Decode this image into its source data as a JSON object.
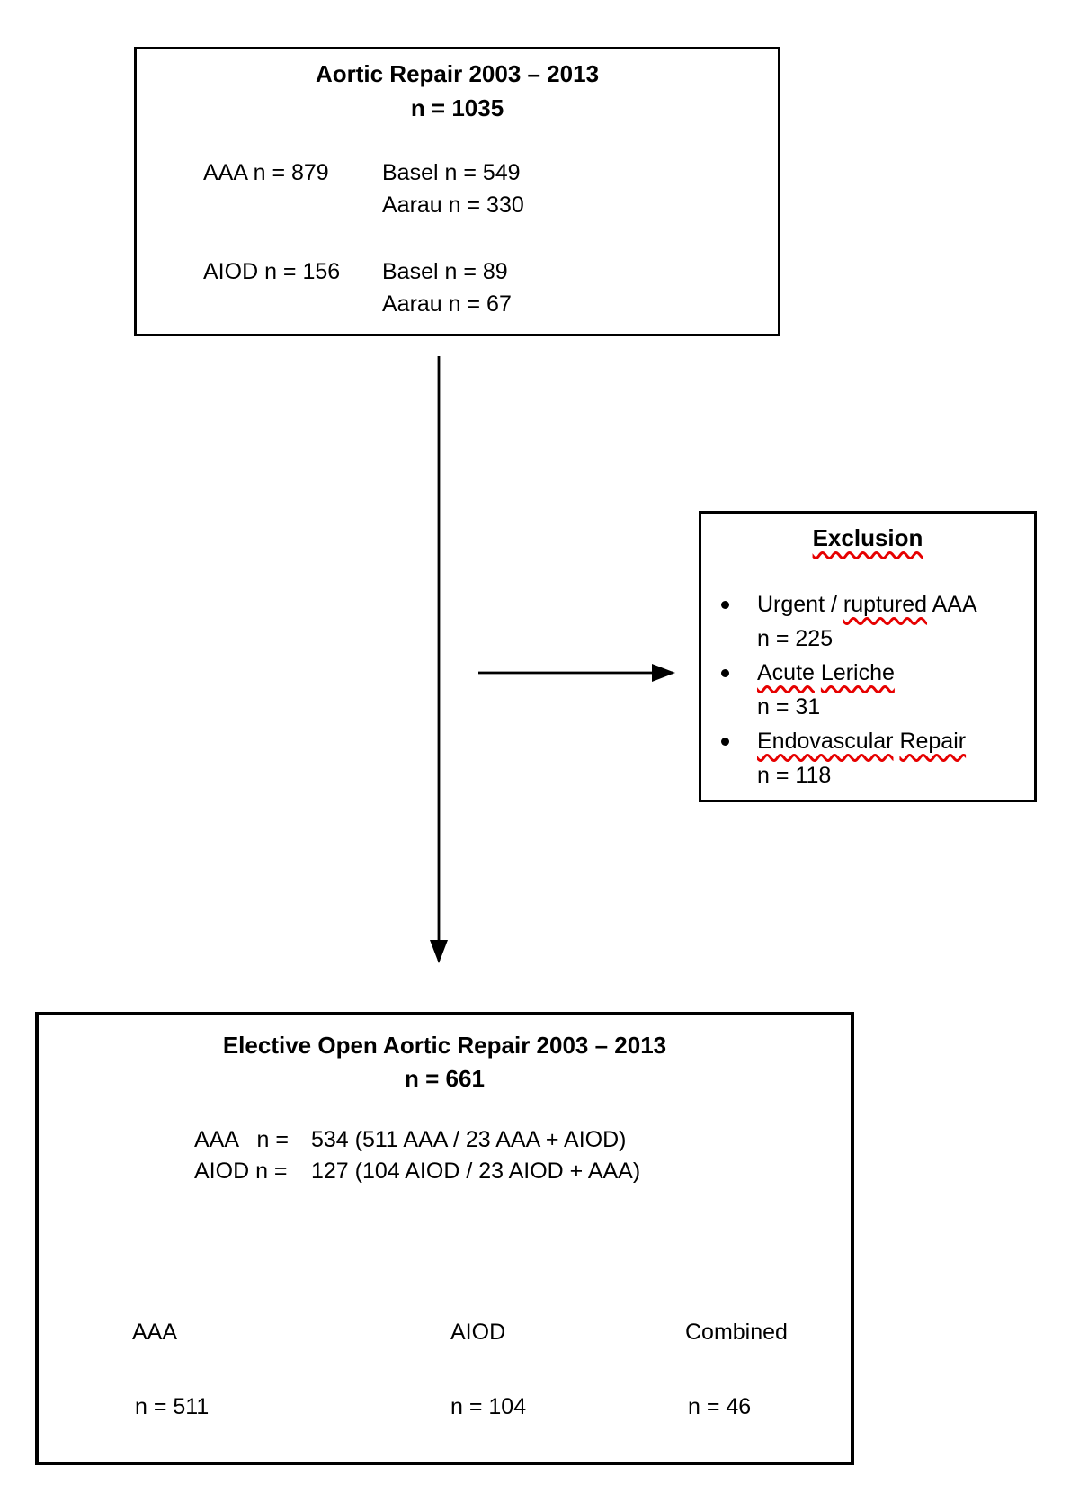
{
  "top_box": {
    "title": "Aortic Repair 2003 – 2013",
    "subtitle": "n = 1035",
    "aaa": "AAA n = 879",
    "aaa_basel": "Basel n = 549",
    "aaa_aarau": "Aarau n = 330",
    "aiod": "AIOD n = 156",
    "aiod_basel": "Basel n = 89",
    "aiod_aarau": "Aarau n = 67"
  },
  "exclusion_box": {
    "title": "Exclusion",
    "items": [
      {
        "pre": "Urgent /",
        "misspelled": "ruptured",
        "post": "AAA",
        "count": "n = 225"
      },
      {
        "word1": "Acute",
        "word2": "Leriche",
        "count": "n = 31"
      },
      {
        "word1": "Endovascular",
        "word2": "Repair",
        "count": "n = 118"
      }
    ]
  },
  "elective_box": {
    "title": "Elective Open Aortic Repair 2003 – 2013",
    "subtitle": "n = 661",
    "lines": [
      {
        "label": "AAA   n =",
        "value": "534 (511 AAA / 23 AAA + AIOD)"
      },
      {
        "label": "AIOD n =",
        "value": "127 (104 AIOD / 23 AIOD + AAA)"
      }
    ],
    "branches": [
      {
        "label": "AAA",
        "count": "n = 511"
      },
      {
        "label": "AIOD",
        "count": "n = 104"
      },
      {
        "label": "Combined",
        "count": "n = 46"
      }
    ]
  },
  "colors": {
    "ink": "#000000",
    "squiggle": "#e60000"
  }
}
